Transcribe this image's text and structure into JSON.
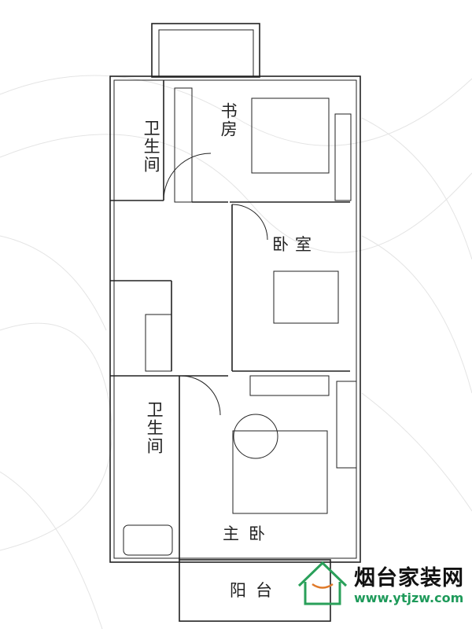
{
  "rooms": {
    "bath_upper": "卫生间",
    "study": "书房",
    "bedroom": "卧室",
    "bath_lower": "卫生间",
    "master": "主卧",
    "balcony": "阳台"
  },
  "logo": {
    "title": "烟台家装网",
    "url": "www.ytjzw.com",
    "color": "#2aa05a",
    "smile_color": "#e07a2a"
  }
}
